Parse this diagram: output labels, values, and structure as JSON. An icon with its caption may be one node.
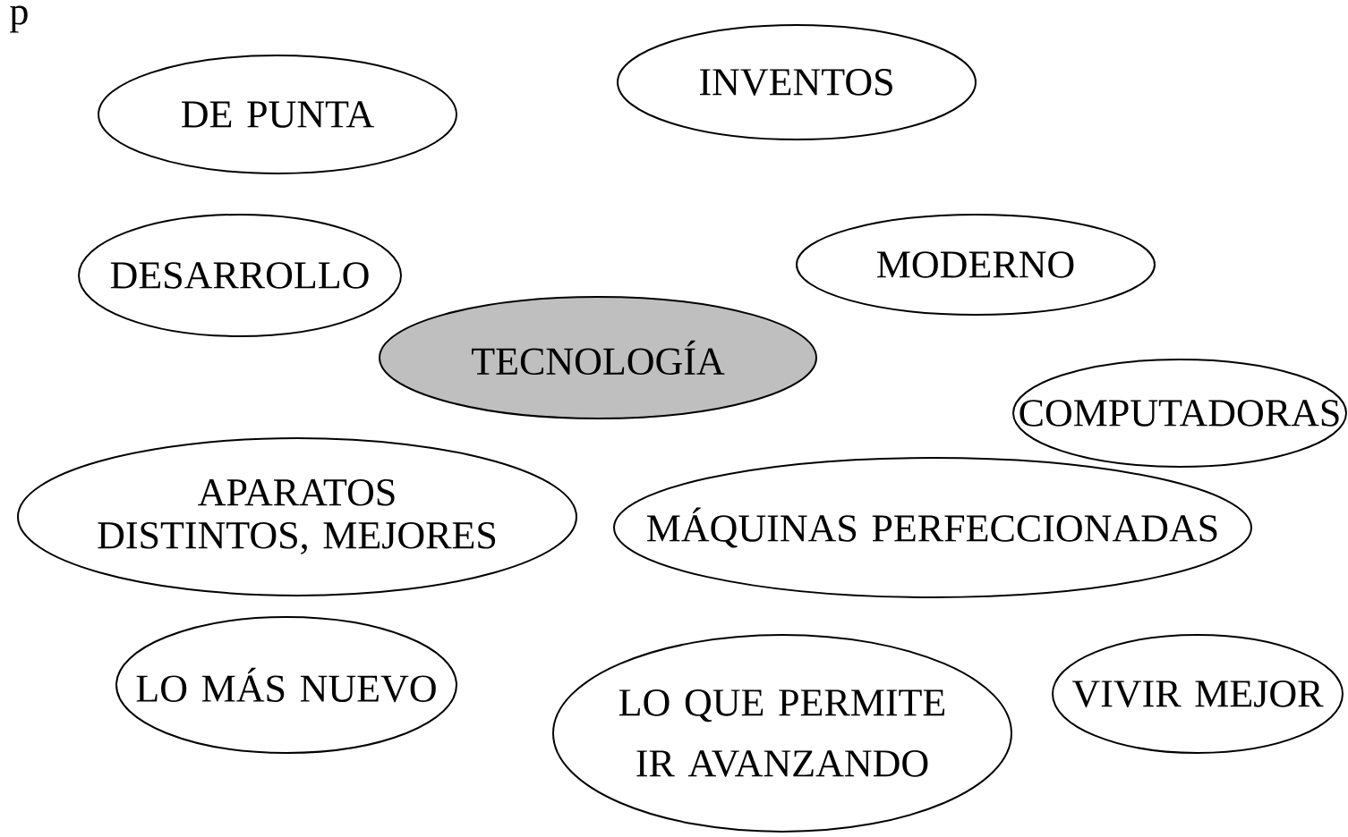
{
  "diagram": {
    "nodes": [
      {
        "text": [
          "INVENTOS"
        ]
      },
      {
        "text": [
          "DE PUNTA"
        ]
      },
      {
        "text": [
          "MODERNO"
        ]
      },
      {
        "text": [
          "DESARROLLO"
        ]
      },
      {
        "text": [
          "TECNOLOGÍA"
        ]
      },
      {
        "text": [
          "COMPUTADORAS"
        ]
      },
      {
        "text": [
          "APARATOS DISTINTOS, MEJORES"
        ]
      },
      {
        "text": [
          "MÁQUINAS PERFECCIONADAS"
        ]
      },
      {
        "text": [
          "LO MÁS NUEVO"
        ]
      },
      {
        "text": [
          "LO QUE PERMITE IR AVANZANDO"
        ]
      },
      {
        "text": [
          "VIVIR MEJOR"
        ]
      }
    ],
    "labels": [
      "p"
    ]
  }
}
